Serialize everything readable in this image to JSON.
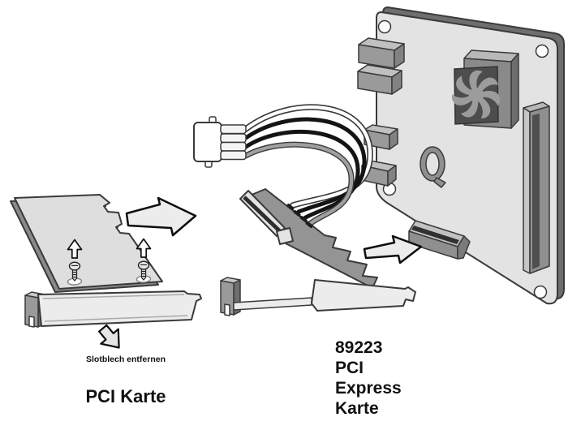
{
  "page": {
    "background": "#ffffff"
  },
  "labels": {
    "remove_slot_bracket": "Slotblech entfernen",
    "pci_card_title": "PCI Karte",
    "product": [
      "89223",
      "PCI",
      "Express",
      "Karte"
    ]
  },
  "palette": {
    "outline": "#3a3a3a",
    "board_fill": "#e3e3e3",
    "board_edge_dark": "#6e6e6e",
    "pcie_card_fill": "#949494",
    "bracket_fill": "#ececec",
    "connector_fill": "#8f8f8f",
    "fan_plate": "#4d4d4d",
    "fan_blade": "#9c9c9c",
    "wire_black": "#141414",
    "wire_white": "#ffffff",
    "wire_gray": "#a0a0a0",
    "arrow_fill": "#ececec",
    "text": "#111111"
  }
}
